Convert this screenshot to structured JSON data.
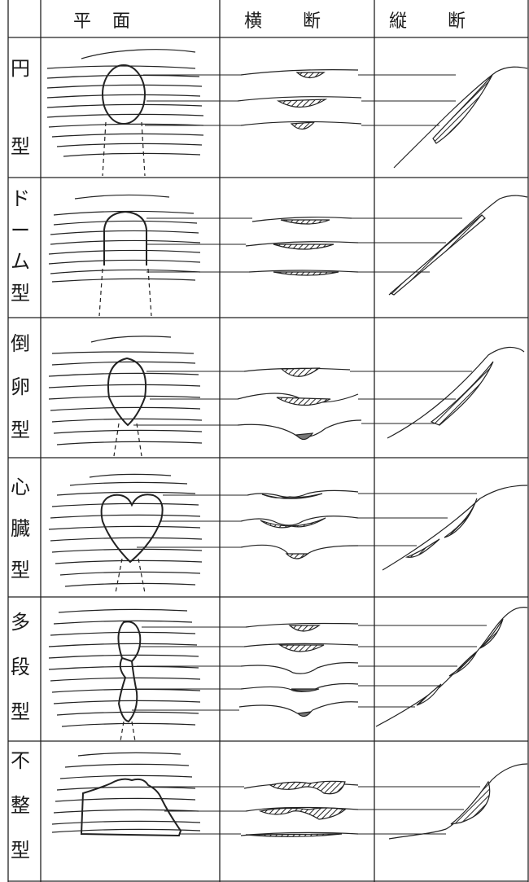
{
  "header": {
    "plan": "平　面",
    "transverse": "横　　断",
    "longitudinal": "縦　　断"
  },
  "rows": [
    {
      "id": "circle",
      "label_chars": [
        "円",
        "型"
      ]
    },
    {
      "id": "dome",
      "label_chars": [
        "ド",
        "ー",
        "ム",
        "型"
      ]
    },
    {
      "id": "inverted-egg",
      "label_chars": [
        "倒",
        "卵",
        "型"
      ]
    },
    {
      "id": "heart",
      "label_chars": [
        "心",
        "臓",
        "型"
      ]
    },
    {
      "id": "multi-stage",
      "label_chars": [
        "多",
        "段",
        "型"
      ]
    },
    {
      "id": "irregular",
      "label_chars": [
        "不",
        "整",
        "型"
      ]
    }
  ]
}
